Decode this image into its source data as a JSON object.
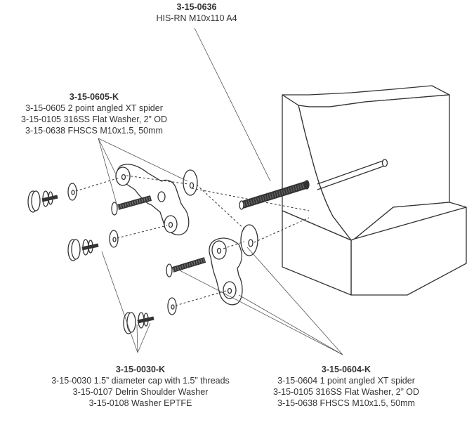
{
  "callouts": {
    "rod": {
      "part": "3-15-0636",
      "lines": [
        "HIS-RN M10x110 A4"
      ]
    },
    "spider2": {
      "part": "3-15-0605-K",
      "lines": [
        "3-15-0605 2 point angled XT spider",
        "3-15-0105 316SS Flat Washer, 2” OD",
        "3-15-0638 FHSCS M10x1.5, 50mm"
      ]
    },
    "cap": {
      "part": "3-15-0030-K",
      "lines": [
        "3-15-0030 1.5” diameter cap with 1.5” threads",
        "3-15-0107 Delrin Shoulder Washer",
        "3-15-0108 Washer EPTFE"
      ]
    },
    "spider1": {
      "part": "3-15-0604-K",
      "lines": [
        "3-15-0604 1 point angled XT spider",
        "3-15-0105 316SS Flat Washer, 2” OD",
        "3-15-0638 FHSCS M10x1.5, 50mm"
      ]
    }
  },
  "colors": {
    "stroke": "#333333",
    "block": "#ffffff",
    "thread": "#3a3a3a"
  }
}
